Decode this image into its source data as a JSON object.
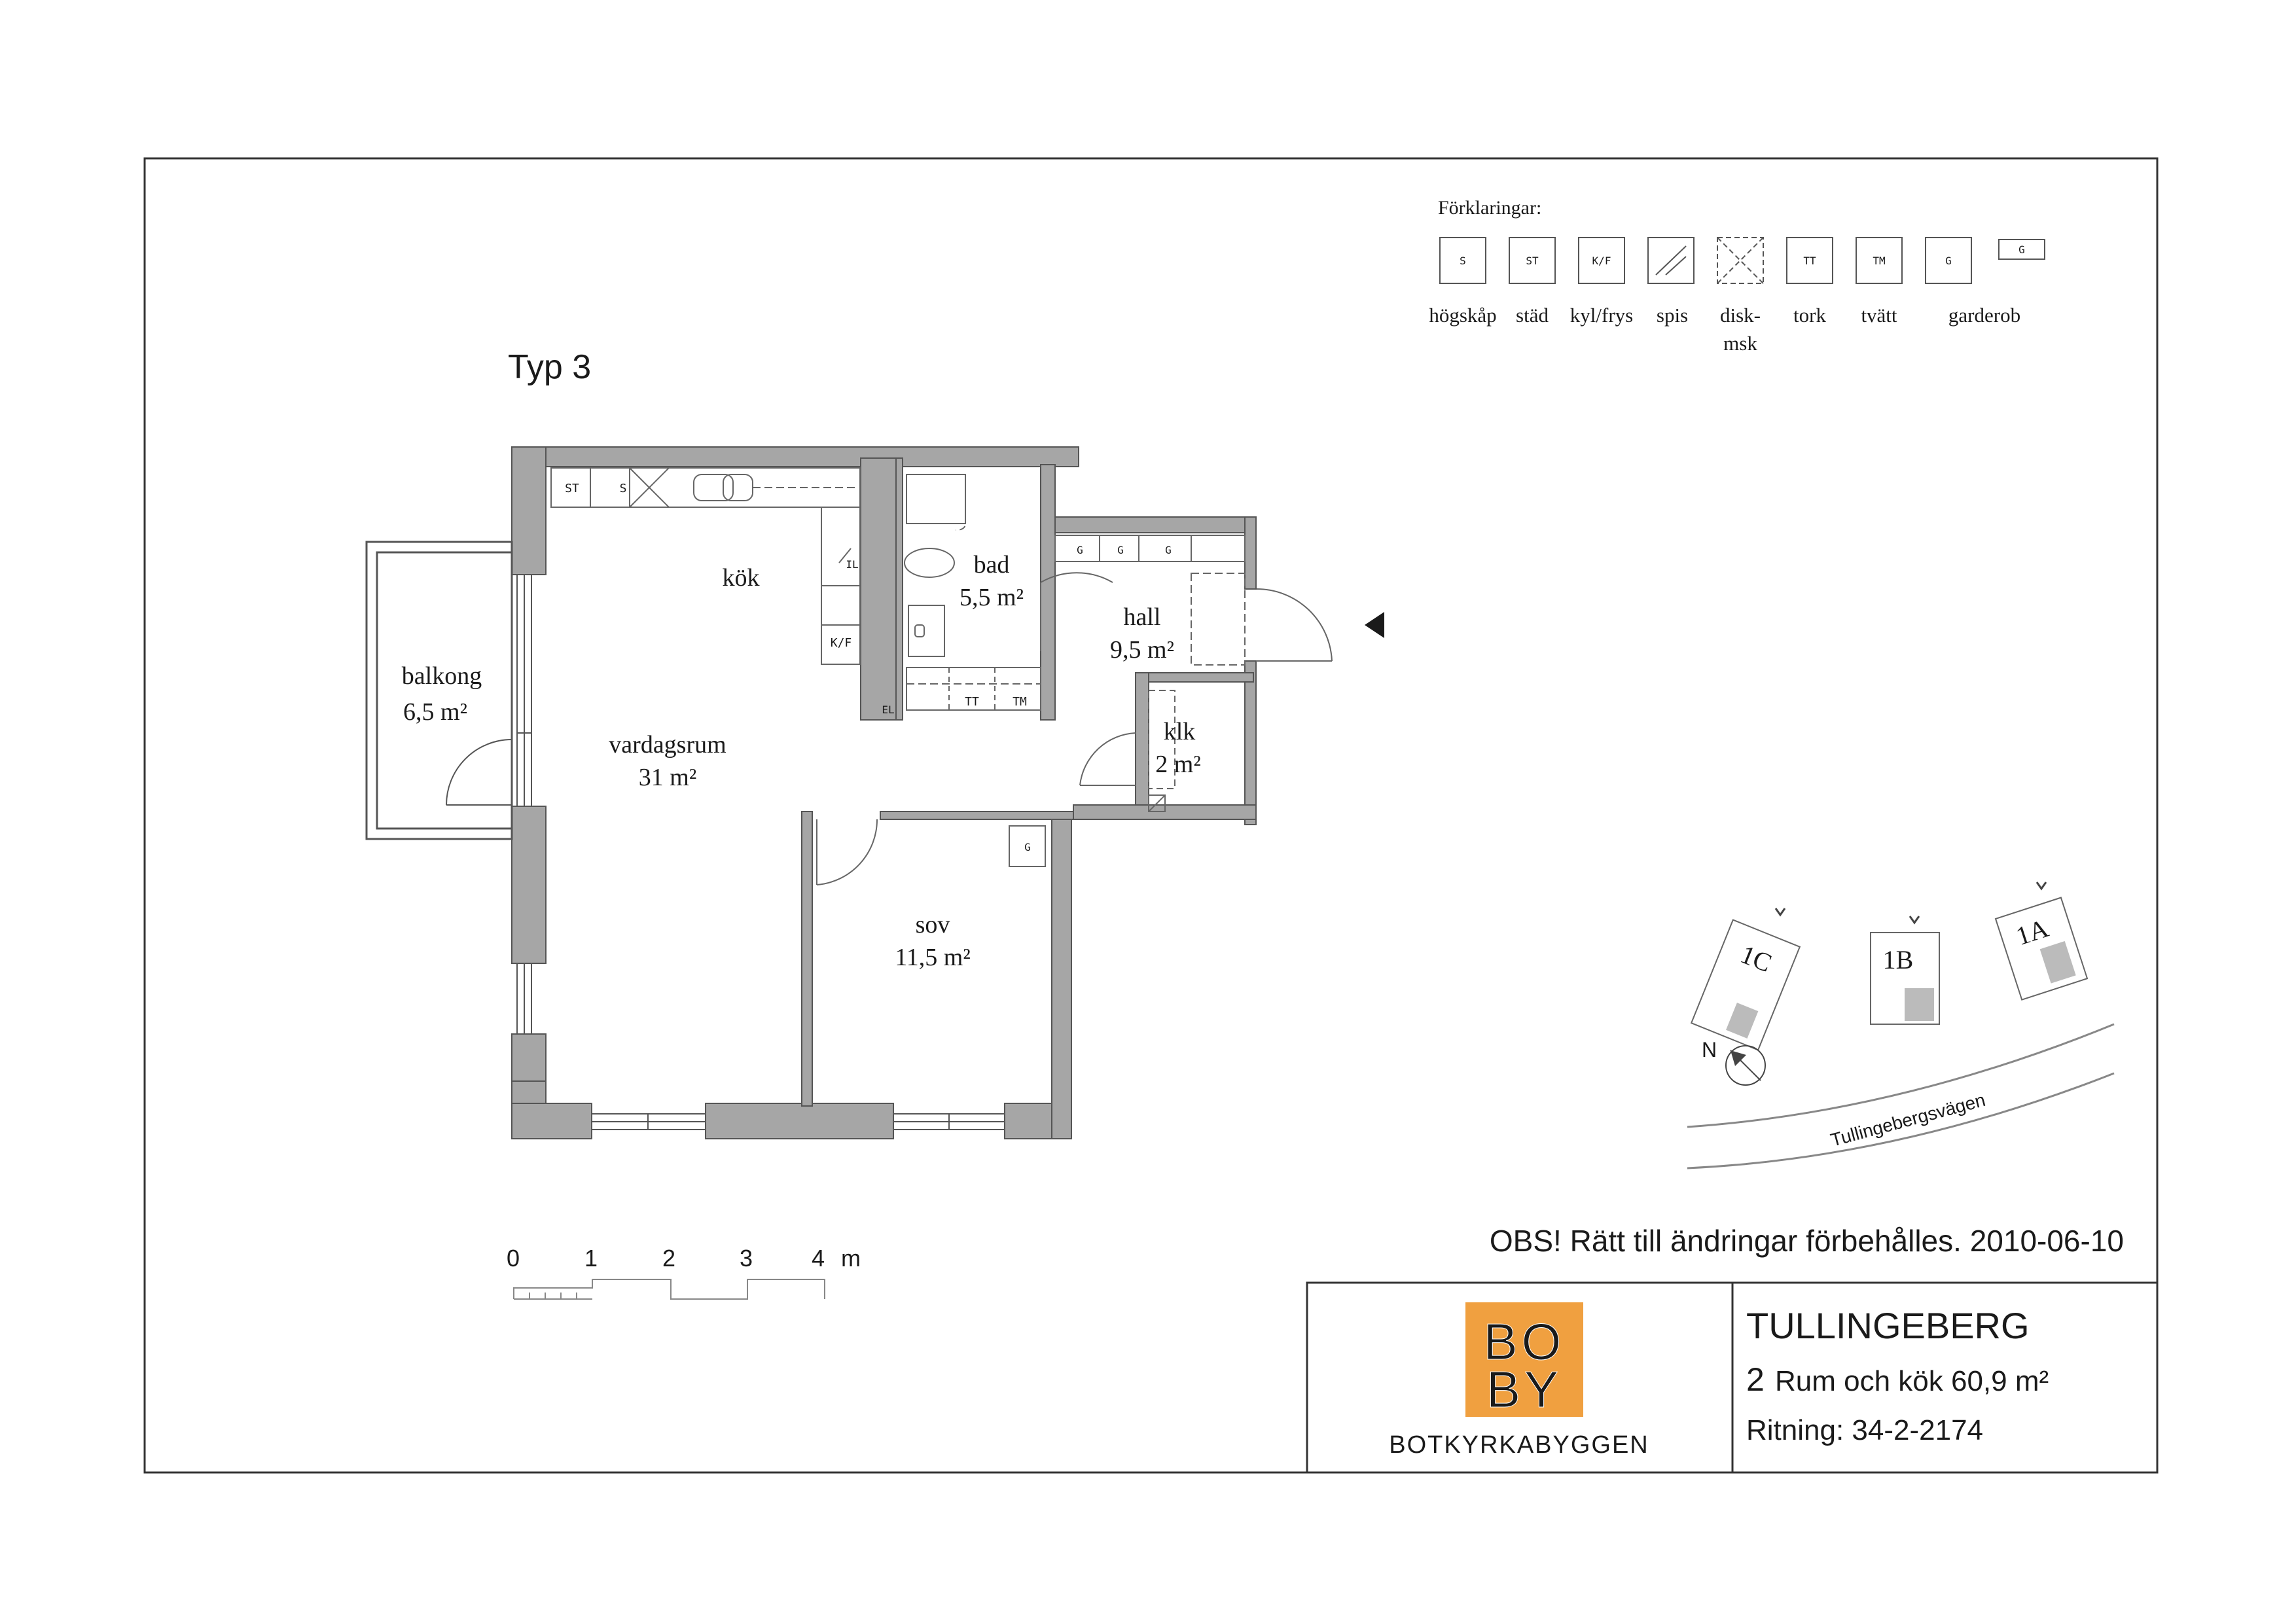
{
  "plan": {
    "type_label": "Typ 3",
    "rooms": {
      "kitchen": "kök",
      "bath_name": "bad",
      "bath_area": "5,5 m²",
      "hall_name": "hall",
      "hall_area": "9,5 m²",
      "balcony_name": "balkong",
      "balcony_area": "6,5 m²",
      "living_name": "vardagsrum",
      "living_area": "31 m²",
      "closet_name": "klk",
      "closet_area": "2 m²",
      "bedroom_name": "sov",
      "bedroom_area": "11,5 m²"
    },
    "fixture_codes": {
      "st": "ST",
      "s": "S",
      "il": "IL",
      "kf": "K/F",
      "el": "EL",
      "tt": "TT",
      "tm": "TM",
      "g": "G"
    }
  },
  "legend": {
    "title": "Förklaringar:",
    "items": [
      {
        "code": "S",
        "label": "högskåp"
      },
      {
        "code": "ST",
        "label": "städ"
      },
      {
        "code": "K/F",
        "label": "kyl/frys"
      },
      {
        "code": "",
        "label": "spis"
      },
      {
        "code": "",
        "label": "disk-",
        "label2": "msk"
      },
      {
        "code": "TT",
        "label": "tork"
      },
      {
        "code": "TM",
        "label": "tvätt"
      },
      {
        "code": "G",
        "label": "garderob"
      }
    ],
    "extra_code": "G"
  },
  "site": {
    "buildings": [
      "1C",
      "1B",
      "1A"
    ],
    "north": "N",
    "road": "Tullingebergsvägen"
  },
  "scale_bar": {
    "ticks": [
      "0",
      "1",
      "2",
      "3",
      "4"
    ],
    "unit": "m"
  },
  "notice": "OBS! Rätt till ändringar förbehålles. 2010-06-10",
  "title_block": {
    "logo_top": "BO",
    "logo_bottom": "BY",
    "logo_color": "#f0a040",
    "company": "BOTKYRKABYGGEN",
    "project": "TULLINGEBERG",
    "rooms_number": "2",
    "rooms_text": "Rum och kök 60,9 m²",
    "drawing": "Ritning: 34-2-2174"
  }
}
